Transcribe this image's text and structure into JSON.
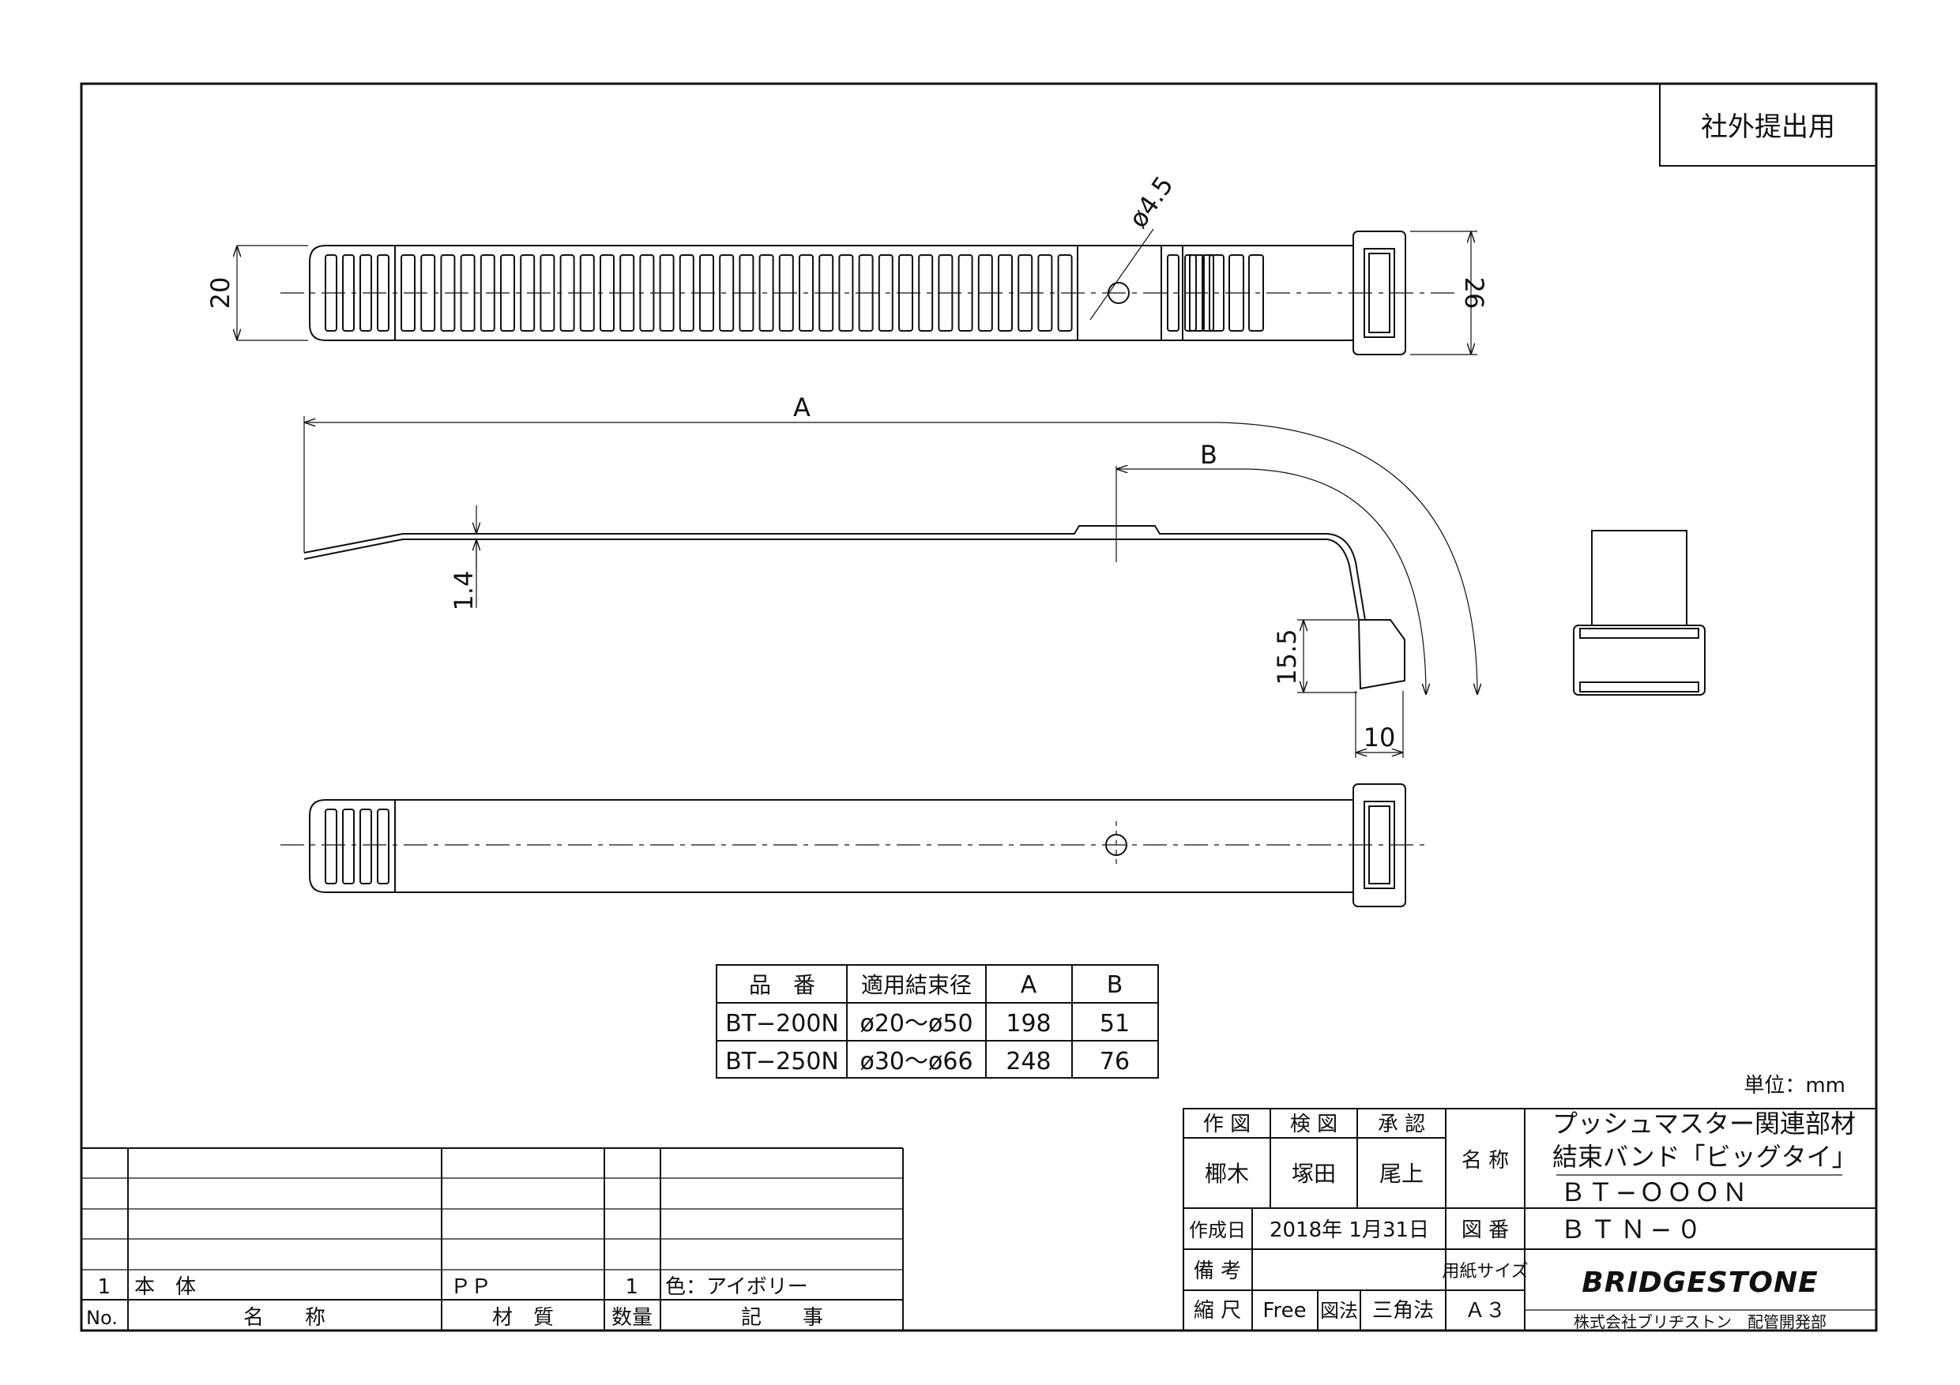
{
  "stamp": "社外提出用",
  "dimensions": {
    "width_20": "20",
    "height_26": "26",
    "hole_dia": "ø4.5",
    "len_a": "A",
    "len_b": "B",
    "thk_1_4": "1.4",
    "head_15_5": "15.5",
    "head_10": "10"
  },
  "spec_table": {
    "headers": [
      "品　番",
      "適用結束径",
      "A",
      "B"
    ],
    "rows": [
      [
        "BT−200N",
        "ø20〜ø50",
        "198",
        "51"
      ],
      [
        "BT−250N",
        "ø30〜ø66",
        "248",
        "76"
      ]
    ]
  },
  "unit_note": "単位：mm",
  "parts_list": {
    "row": {
      "no": "1",
      "name": "本　体",
      "material": "ＰＰ",
      "qty": "1",
      "note": "色：アイボリー"
    },
    "headers": {
      "no": "No.",
      "name": "名　　称",
      "material": "材　質",
      "qty": "数量",
      "note": "記　　事"
    }
  },
  "title_block": {
    "drawn_label": "作 図",
    "checked_label": "検 図",
    "approved_label": "承 認",
    "drawn_by": "椰木",
    "checked_by": "塚田",
    "approved_by": "尾上",
    "name_label": "名 称",
    "product_line1": "プッシュマスター関連部材",
    "product_line2": "結束バンド「ビッグタイ」",
    "product_line3": "ＢＴ−ＯＯＯＮ",
    "date_label": "作成日",
    "date_value": "2018年  1月31日",
    "dwg_no_label": "図 番",
    "dwg_no": "ＢＴＮ−０",
    "remarks_label": "備 考",
    "paper_label": "用紙サイズ",
    "scale_label": "縮 尺",
    "scale_value": "Free",
    "projection_label": "図法",
    "projection_value": "三角法",
    "paper_value": "Ａ３",
    "brand": "BRIDGESTONE",
    "company": "株式会社ブリヂストン　配管開発部"
  }
}
